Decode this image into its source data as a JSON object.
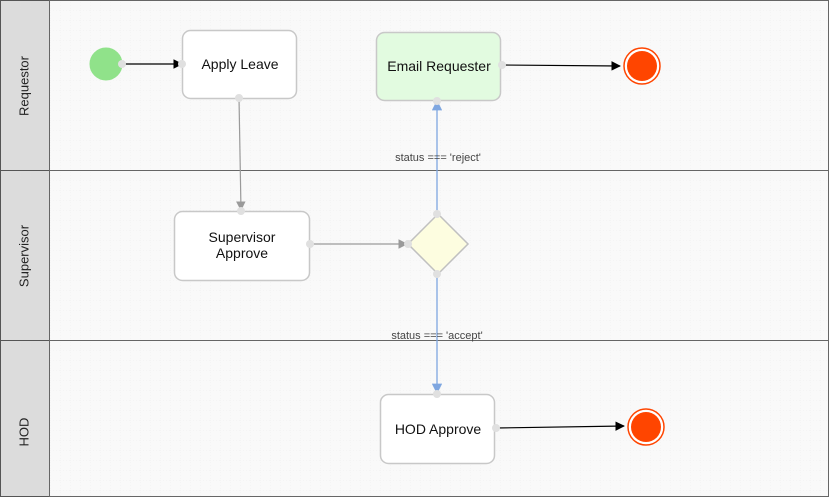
{
  "lanes": [
    {
      "id": "requestor",
      "label": "Requestor"
    },
    {
      "id": "supervisor",
      "label": "Supervisor"
    },
    {
      "id": "hod",
      "label": "HOD"
    }
  ],
  "tasks": {
    "apply_leave": "Apply Leave",
    "email_requester": "Email Requester",
    "supervisor_approve_line1": "Supervisor",
    "supervisor_approve_line2": "Approve",
    "hod_approve": "HOD Approve"
  },
  "conditions": {
    "reject": "status === 'reject'",
    "accept": "status === 'accept'"
  },
  "colors": {
    "start_event": "#90e28a",
    "end_event": "#ff4500",
    "gateway": "#fdfde0",
    "highlight_task": "#e2fbe0",
    "task": "#ffffff",
    "conditional_flow": "#7ea6e0",
    "sequence_flow": "#9a9a9a",
    "lane_header": "#dcdcdc"
  }
}
